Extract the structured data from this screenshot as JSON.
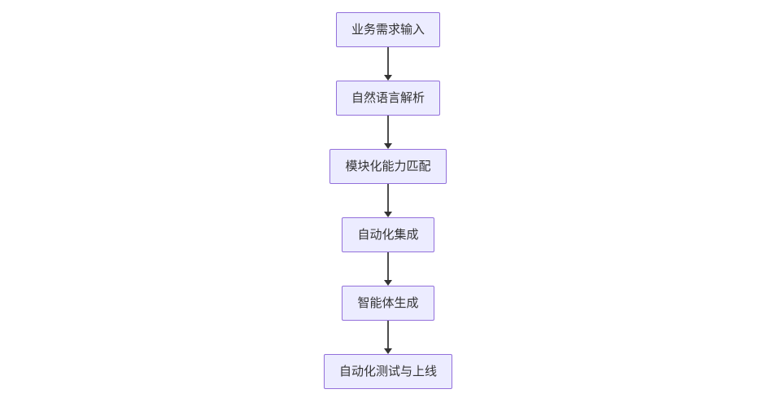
{
  "diagram": {
    "type": "flowchart",
    "direction": "top-down",
    "colors": {
      "node_fill": "#ECECFF",
      "node_border": "#9370DB",
      "node_text": "#333333",
      "arrow": "#333333",
      "background": "#ffffff"
    },
    "nodes": [
      {
        "id": "business-input",
        "label": "业务需求输入"
      },
      {
        "id": "nl-parsing",
        "label": "自然语言解析"
      },
      {
        "id": "module-matching",
        "label": "模块化能力匹配"
      },
      {
        "id": "auto-integration",
        "label": "自动化集成"
      },
      {
        "id": "agent-generation",
        "label": "智能体生成"
      },
      {
        "id": "auto-test-launch",
        "label": "自动化测试与上线"
      }
    ],
    "edges": [
      {
        "from": "business-input",
        "to": "nl-parsing",
        "style": "arrow"
      },
      {
        "from": "nl-parsing",
        "to": "module-matching",
        "style": "arrow"
      },
      {
        "from": "module-matching",
        "to": "auto-integration",
        "style": "arrow"
      },
      {
        "from": "auto-integration",
        "to": "agent-generation",
        "style": "arrow"
      },
      {
        "from": "agent-generation",
        "to": "auto-test-launch",
        "style": "arrow"
      }
    ]
  }
}
